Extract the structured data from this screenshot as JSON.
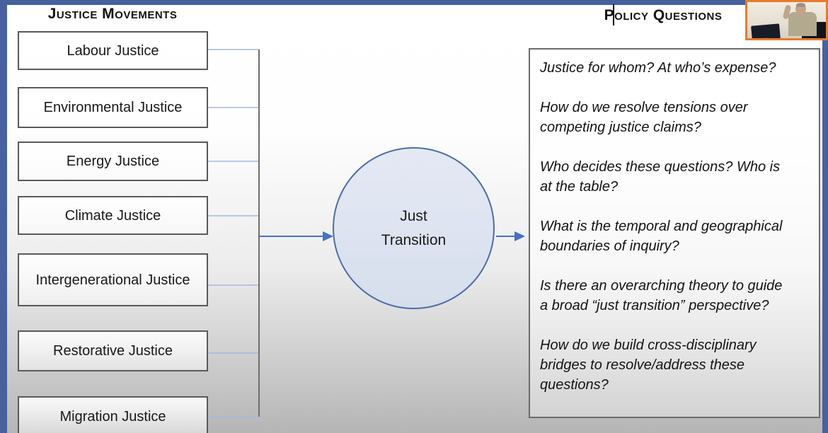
{
  "slide": {
    "left_header": "Justice Movements",
    "right_header": "Policy Questions",
    "movements": [
      "Labour Justice",
      "Environmental Justice",
      "Energy Justice",
      "Climate Justice",
      "Intergenerational Justice",
      "Restorative Justice",
      "Migration Justice"
    ],
    "circle": {
      "line1": "Just",
      "line2": "Transition"
    },
    "questions": [
      {
        "lines": [
          "Justice for whom? At who’s expense?"
        ]
      },
      {
        "lines": [
          "How do we resolve tensions over",
          "competing justice claims?"
        ]
      },
      {
        "lines": [
          "Who decides these questions? Who is",
          "at the table?"
        ]
      },
      {
        "lines": [
          "What is the temporal and geographical",
          "boundaries of inquiry?"
        ]
      },
      {
        "lines": [
          "Is there an overarching theory to guide",
          "a broad  “just transition” perspective?"
        ]
      },
      {
        "lines": [
          "How do we build cross-disciplinary",
          "bridges to resolve/address these",
          "questions?"
        ]
      }
    ]
  },
  "colors": {
    "slide_frame_blue": "#47619e",
    "webcam_border_orange": "#e77b2c",
    "arrow_blue": "#4472c4",
    "connector_light_blue": "#a9b7db",
    "connector_trunk_gray": "#6e6e6e",
    "circle_fill": "#dde3f0",
    "circle_border": "#4e6ca6",
    "box_border_gray": "#5a5a5a"
  }
}
